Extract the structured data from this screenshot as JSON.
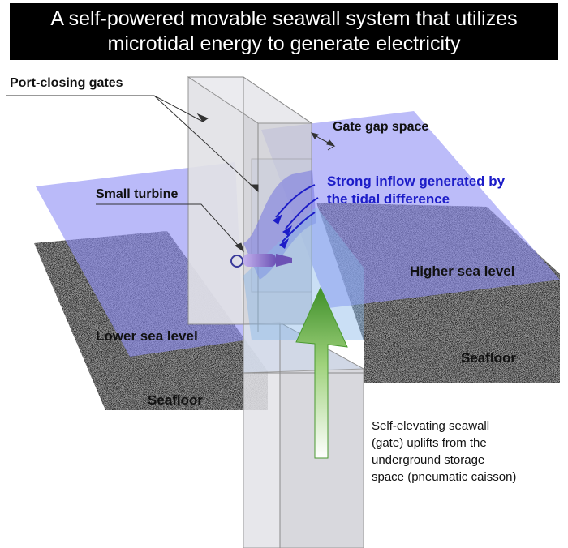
{
  "title": {
    "line1": "A self-powered movable seawall system that utilizes",
    "line2": "microtidal energy to generate electricity"
  },
  "labels": {
    "port_closing_gates": "Port-closing gates",
    "gate_gap_space": "Gate gap space",
    "small_turbine": "Small turbine",
    "strong_inflow_line1": "Strong inflow generated by",
    "strong_inflow_line2": "the tidal difference",
    "higher_sea_level": "Higher sea level",
    "lower_sea_level": "Lower sea level",
    "seafloor_right": "Seafloor",
    "seafloor_left": "Seafloor",
    "self_elevating_line1": "Self-elevating seawall",
    "self_elevating_line2": "(gate) uplifts from the",
    "self_elevating_line3": "underground storage",
    "self_elevating_line4": "space (pneumatic caisson)"
  },
  "colors": {
    "title_background": "#000000",
    "title_text": "#ffffff",
    "water": "#8f8ff5",
    "water_dark": "#7474e0",
    "seafloor": "#9a9a9a",
    "gate": "#d8d8dc",
    "inflow_text": "#1c1cc8",
    "arrow": "#5aaa3c",
    "turbine": "#8a6fc8"
  }
}
